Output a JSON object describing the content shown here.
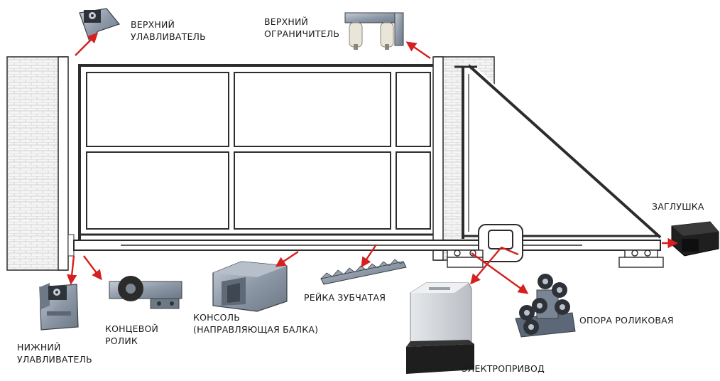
{
  "colors": {
    "arrow": "#d42020",
    "frame": "#2c2c2c",
    "brick": "#f4f4f4",
    "metal": "#8b97a6",
    "motor_top": "#cfd2d6",
    "motor_base": "#1e1e1e"
  },
  "labels": {
    "upper_catcher": [
      "ВЕРХНИЙ",
      "УЛАВЛИВАТЕЛЬ"
    ],
    "upper_limiter": [
      "ВЕРХНИЙ",
      "ОГРАНИЧИТЕЛЬ"
    ],
    "end_cap": [
      "ЗАГЛУШКА"
    ],
    "lower_catcher": [
      "НИЖНИЙ",
      "УЛАВЛИВАТЕЛЬ"
    ],
    "end_roller": [
      "КОНЦЕВОЙ",
      "РОЛИК"
    ],
    "console": [
      "КОНСОЛЬ",
      "(НАПРАВЛЯЮЩАЯ БАЛКА)"
    ],
    "gear_rack": [
      "РЕЙКА ЗУБЧАТАЯ"
    ],
    "roller_support": [
      "ОПОРА РОЛИКОВАЯ"
    ],
    "drive": [
      "ЭЛЕКТРОПРИВОД"
    ]
  }
}
